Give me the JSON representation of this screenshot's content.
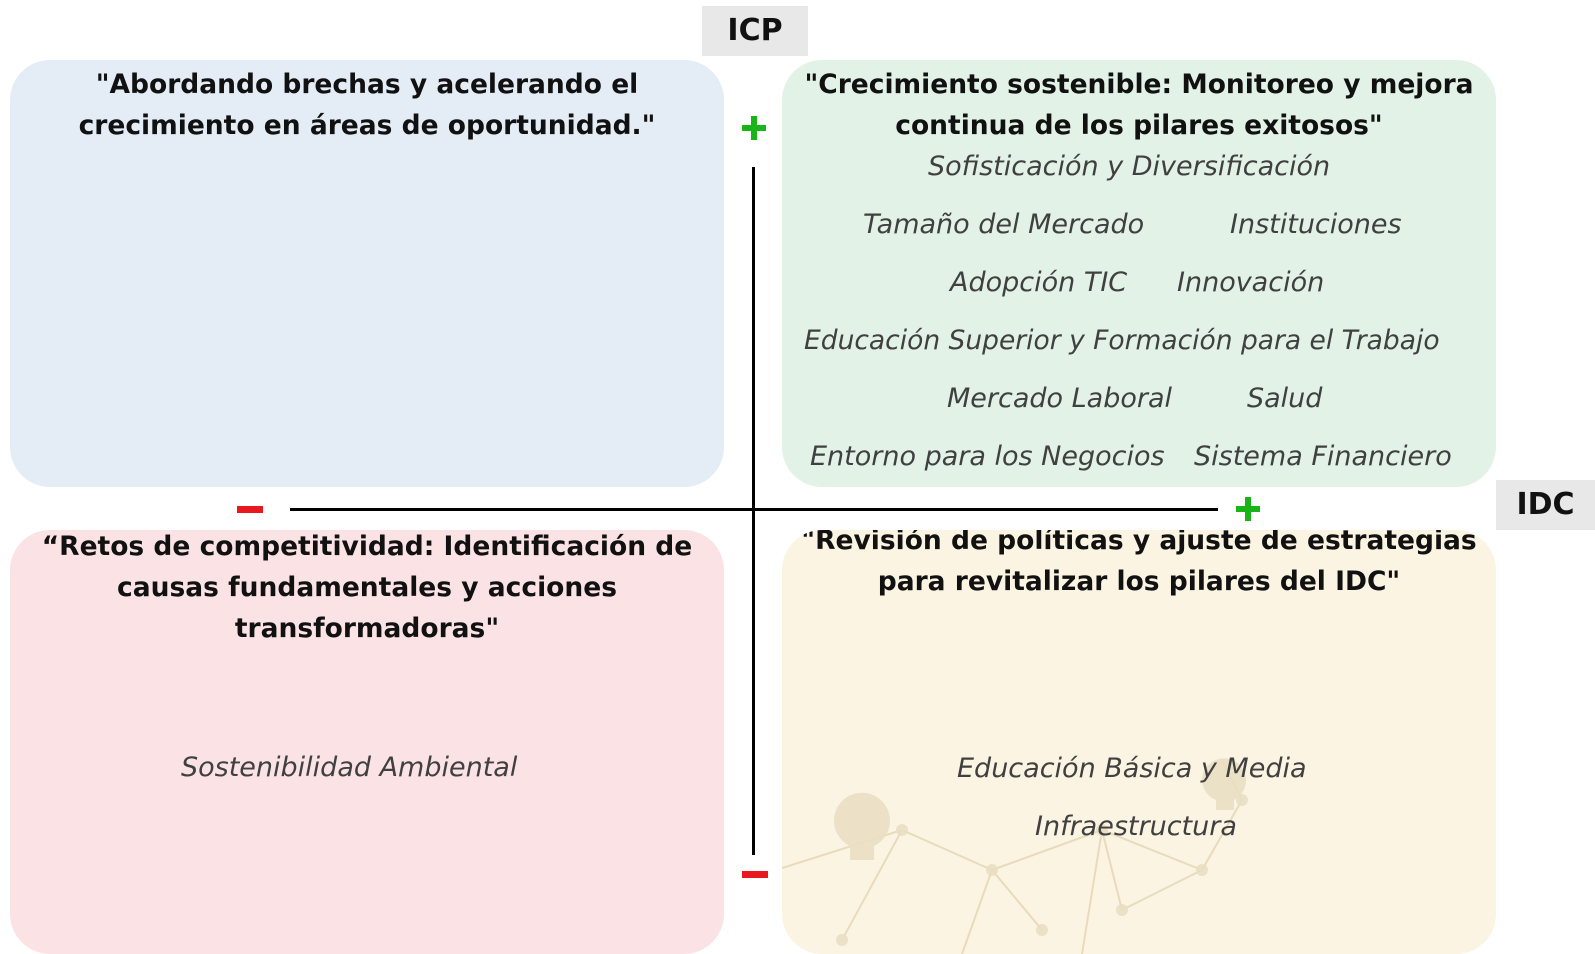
{
  "axes": {
    "vertical_label": "ICP",
    "horizontal_label": "IDC"
  },
  "colors": {
    "top_left": "#e4ecf6",
    "top_right": "#e2f2e7",
    "bottom_left": "#fbe3e5",
    "bottom_right": "#fbf4e3",
    "plus": "#18b418",
    "minus": "#e8181e"
  },
  "quadrants": {
    "top_left": {
      "title_line1": "\"Abordando brechas y acelerando el",
      "title_line2": "crecimiento en áreas de oportunidad.\""
    },
    "top_right": {
      "title_line1": "\"Crecimiento sostenible: Monitoreo y mejora",
      "title_line2": "continua de los pilares exitosos\"",
      "pillars": [
        "Sofisticación y Diversificación",
        "Tamaño del Mercado",
        "Instituciones",
        "Adopción TIC",
        "Innovación",
        "Educación Superior y Formación para el Trabajo",
        "Mercado Laboral",
        "Salud",
        "Entorno para los Negocios",
        "Sistema Financiero"
      ]
    },
    "bottom_left": {
      "title_line1": "“Retos de competitividad: Identificación de",
      "title_line2": "causas fundamentales y acciones",
      "title_line3": "transformadoras\"",
      "pillars": [
        "Sostenibilidad Ambiental"
      ]
    },
    "bottom_right": {
      "title_line1": "\"Revisión de políticas y ajuste de estrategias",
      "title_line2": "para revitalizar los pilares del IDC\"",
      "pillars": [
        "Educación Básica y Media",
        "Infraestructura"
      ]
    }
  }
}
